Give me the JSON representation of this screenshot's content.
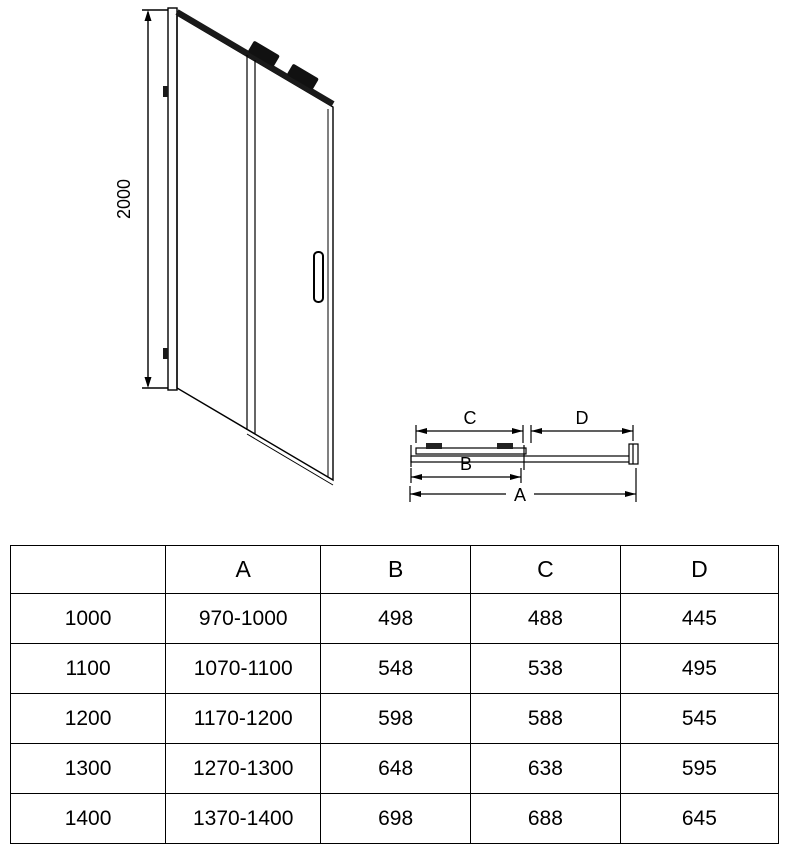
{
  "front_view": {
    "height_dimension": "2000"
  },
  "plan_view": {
    "dim_c": "C",
    "dim_d": "D",
    "dim_b": "B",
    "dim_a": "A"
  },
  "table": {
    "headers": [
      "",
      "A",
      "B",
      "C",
      "D"
    ],
    "rows": [
      [
        "1000",
        "970-1000",
        "498",
        "488",
        "445"
      ],
      [
        "1100",
        "1070-1100",
        "548",
        "538",
        "495"
      ],
      [
        "1200",
        "1170-1200",
        "598",
        "588",
        "545"
      ],
      [
        "1300",
        "1270-1300",
        "648",
        "638",
        "595"
      ],
      [
        "1400",
        "1370-1400",
        "698",
        "688",
        "645"
      ]
    ]
  }
}
